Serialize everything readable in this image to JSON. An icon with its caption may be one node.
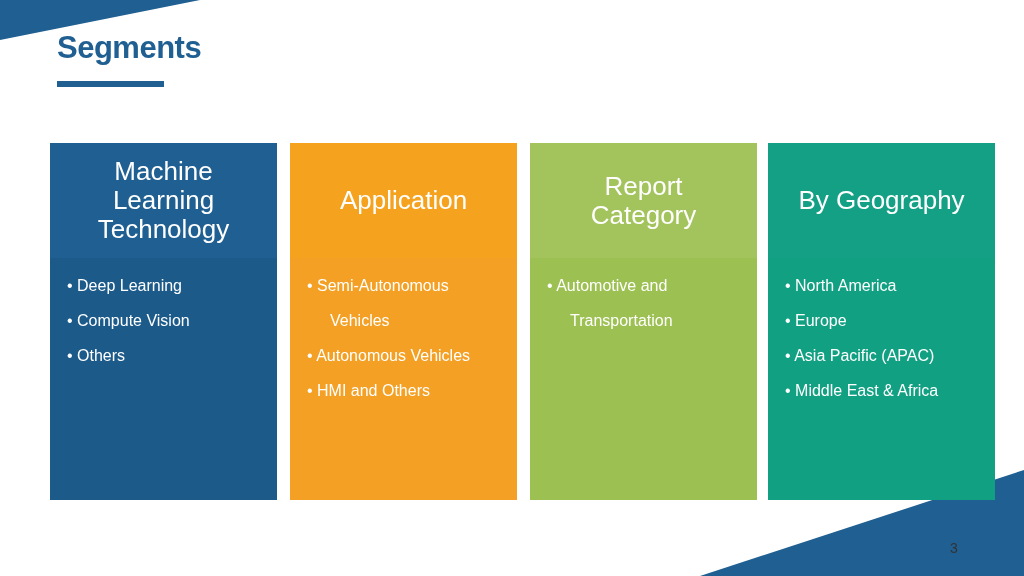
{
  "diagram": {
    "title": "Segments",
    "nodes": [
      {
        "text": [
          "Machine Learning Technology",
          "• Deep Learning",
          "• Compute Vision",
          "• Others"
        ]
      },
      {
        "text": [
          "Application",
          "• Semi-Autonomous Vehicles",
          "• Autonomous Vehicles",
          "• HMI and Others"
        ]
      },
      {
        "text": [
          "Report Category",
          "• Automotive and Transportation"
        ]
      },
      {
        "text": [
          "By Geography",
          "• North America",
          "• Europe",
          "• Asia Pacific (APAC)",
          "• Middle East & Africa"
        ]
      }
    ],
    "labels": [
      "3"
    ]
  }
}
